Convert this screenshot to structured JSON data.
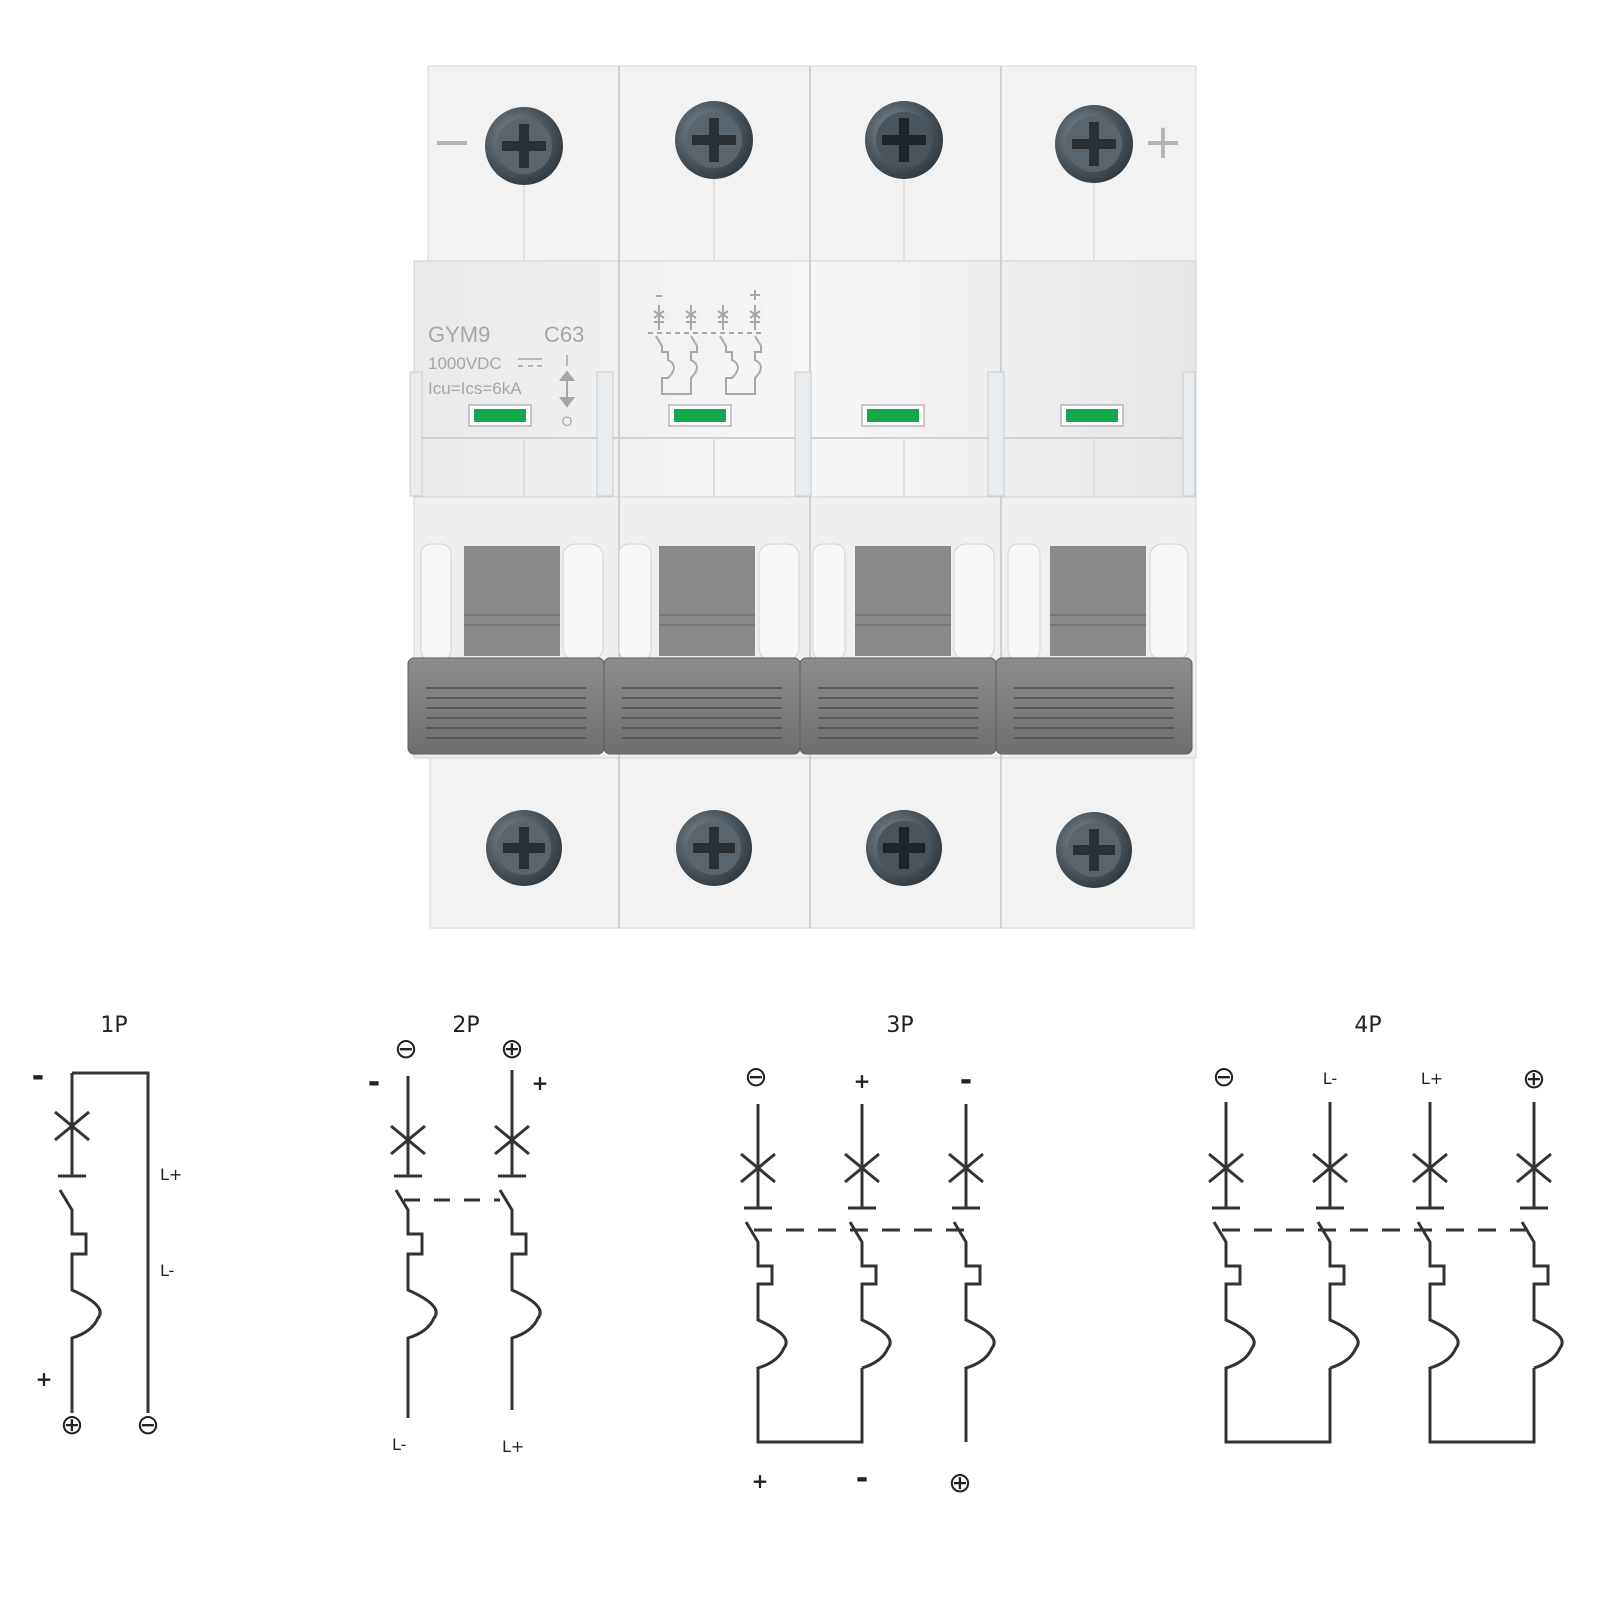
{
  "breaker": {
    "model": "GYM9",
    "curve": "C63",
    "voltage": "1000VDC",
    "breaking_capacity": "Icu=Ics=6kA",
    "on_mark": "I",
    "off_mark": "O",
    "top_left_polarity": "−",
    "top_right_polarity": "+",
    "indicator_color": "#12a84a",
    "pole_count": 4
  },
  "diagrams": {
    "p1": {
      "title": "1P",
      "top_minus": "-",
      "l_plus": "L+",
      "l_minus": "L-",
      "bottom_plus": "+",
      "bottom_left": "⊕",
      "bottom_right": "⊖"
    },
    "p2": {
      "title": "2P",
      "top_left": "⊖",
      "top_right": "⊕",
      "minus": "-",
      "plus": "+",
      "bottom_left": "L-",
      "bottom_right": "L+"
    },
    "p3": {
      "title": "3P",
      "top_1": "⊖",
      "top_2": "+",
      "top_3": "-",
      "bottom_1": "+",
      "bottom_2": "-",
      "bottom_3": "⊕"
    },
    "p4": {
      "title": "4P",
      "top_1": "⊖",
      "top_2": "L-",
      "top_3": "L+",
      "top_4": "⊕"
    }
  }
}
